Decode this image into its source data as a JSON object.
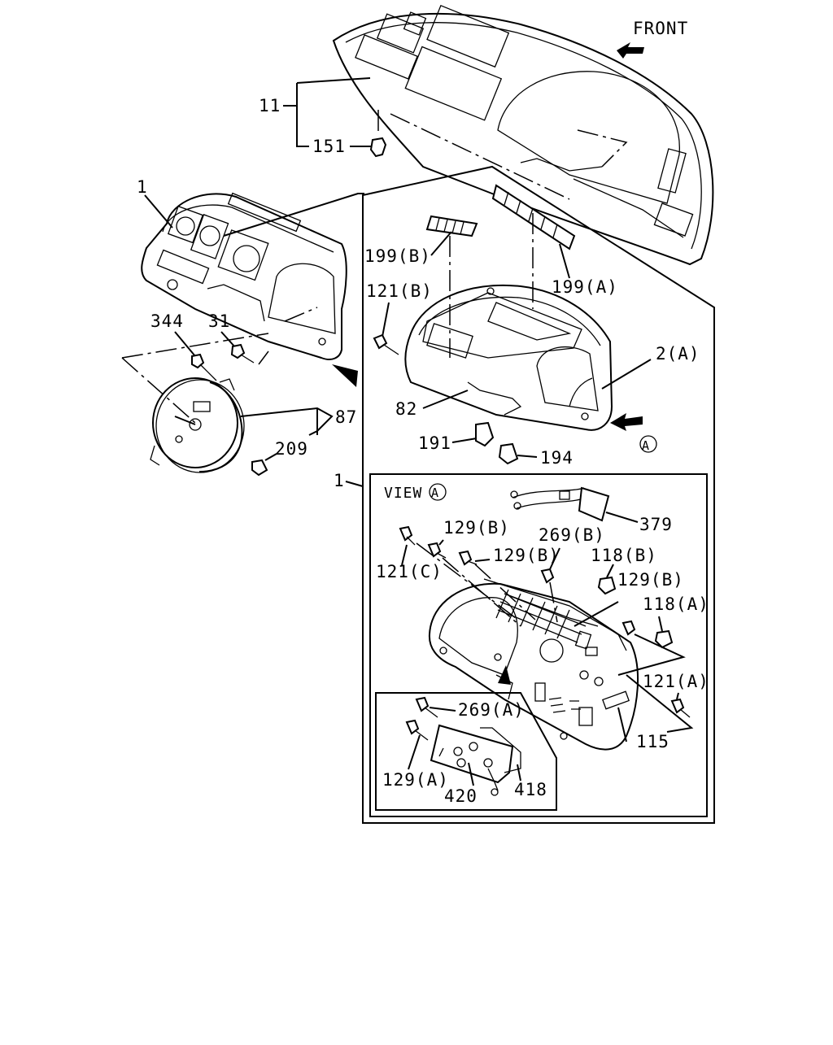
{
  "diagram": {
    "front_label": "FRONT",
    "view_label": "VIEW",
    "view_marker": "A",
    "callouts": {
      "c11": "11",
      "c151": "151",
      "c1_top": "1",
      "c199b": "199(B)",
      "c199a": "199(A)",
      "c121b": "121(B)",
      "c2a": "2(A)",
      "c344": "344",
      "c31": "31",
      "c82": "82",
      "c87": "87",
      "c209": "209",
      "c191": "191",
      "c194": "194",
      "c1_view": "1",
      "c379": "379",
      "c129b_1": "129(B)",
      "c269b": "269(B)",
      "c129b_2": "129(B)",
      "c118b": "118(B)",
      "c121c": "121(C)",
      "c129b_3": "129(B)",
      "c118a": "118(A)",
      "c121a": "121(A)",
      "c115": "115",
      "c269a": "269(A)",
      "c129a": "129(A)",
      "c418": "418",
      "c420": "420"
    }
  }
}
